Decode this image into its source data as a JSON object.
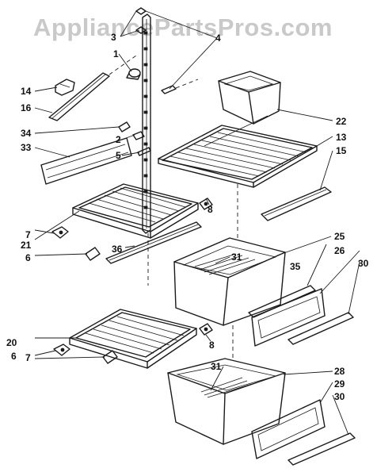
{
  "watermark": "AppliancePartsPros.com",
  "callouts": {
    "c1": "1",
    "c2": "2",
    "c3": "3",
    "c4": "4",
    "c5": "5",
    "c6a": "6",
    "c6b": "6",
    "c7a": "7",
    "c7b": "7",
    "c8a": "8",
    "c8b": "8",
    "c13": "13",
    "c14": "14",
    "c15": "15",
    "c16": "16",
    "c20": "20",
    "c21": "21",
    "c22": "22",
    "c25": "25",
    "c26": "26",
    "c28": "28",
    "c29": "29",
    "c30a": "30",
    "c30b": "30",
    "c31a": "31",
    "c31b": "31",
    "c33": "33",
    "c34": "34",
    "c35": "35",
    "c36": "36"
  }
}
